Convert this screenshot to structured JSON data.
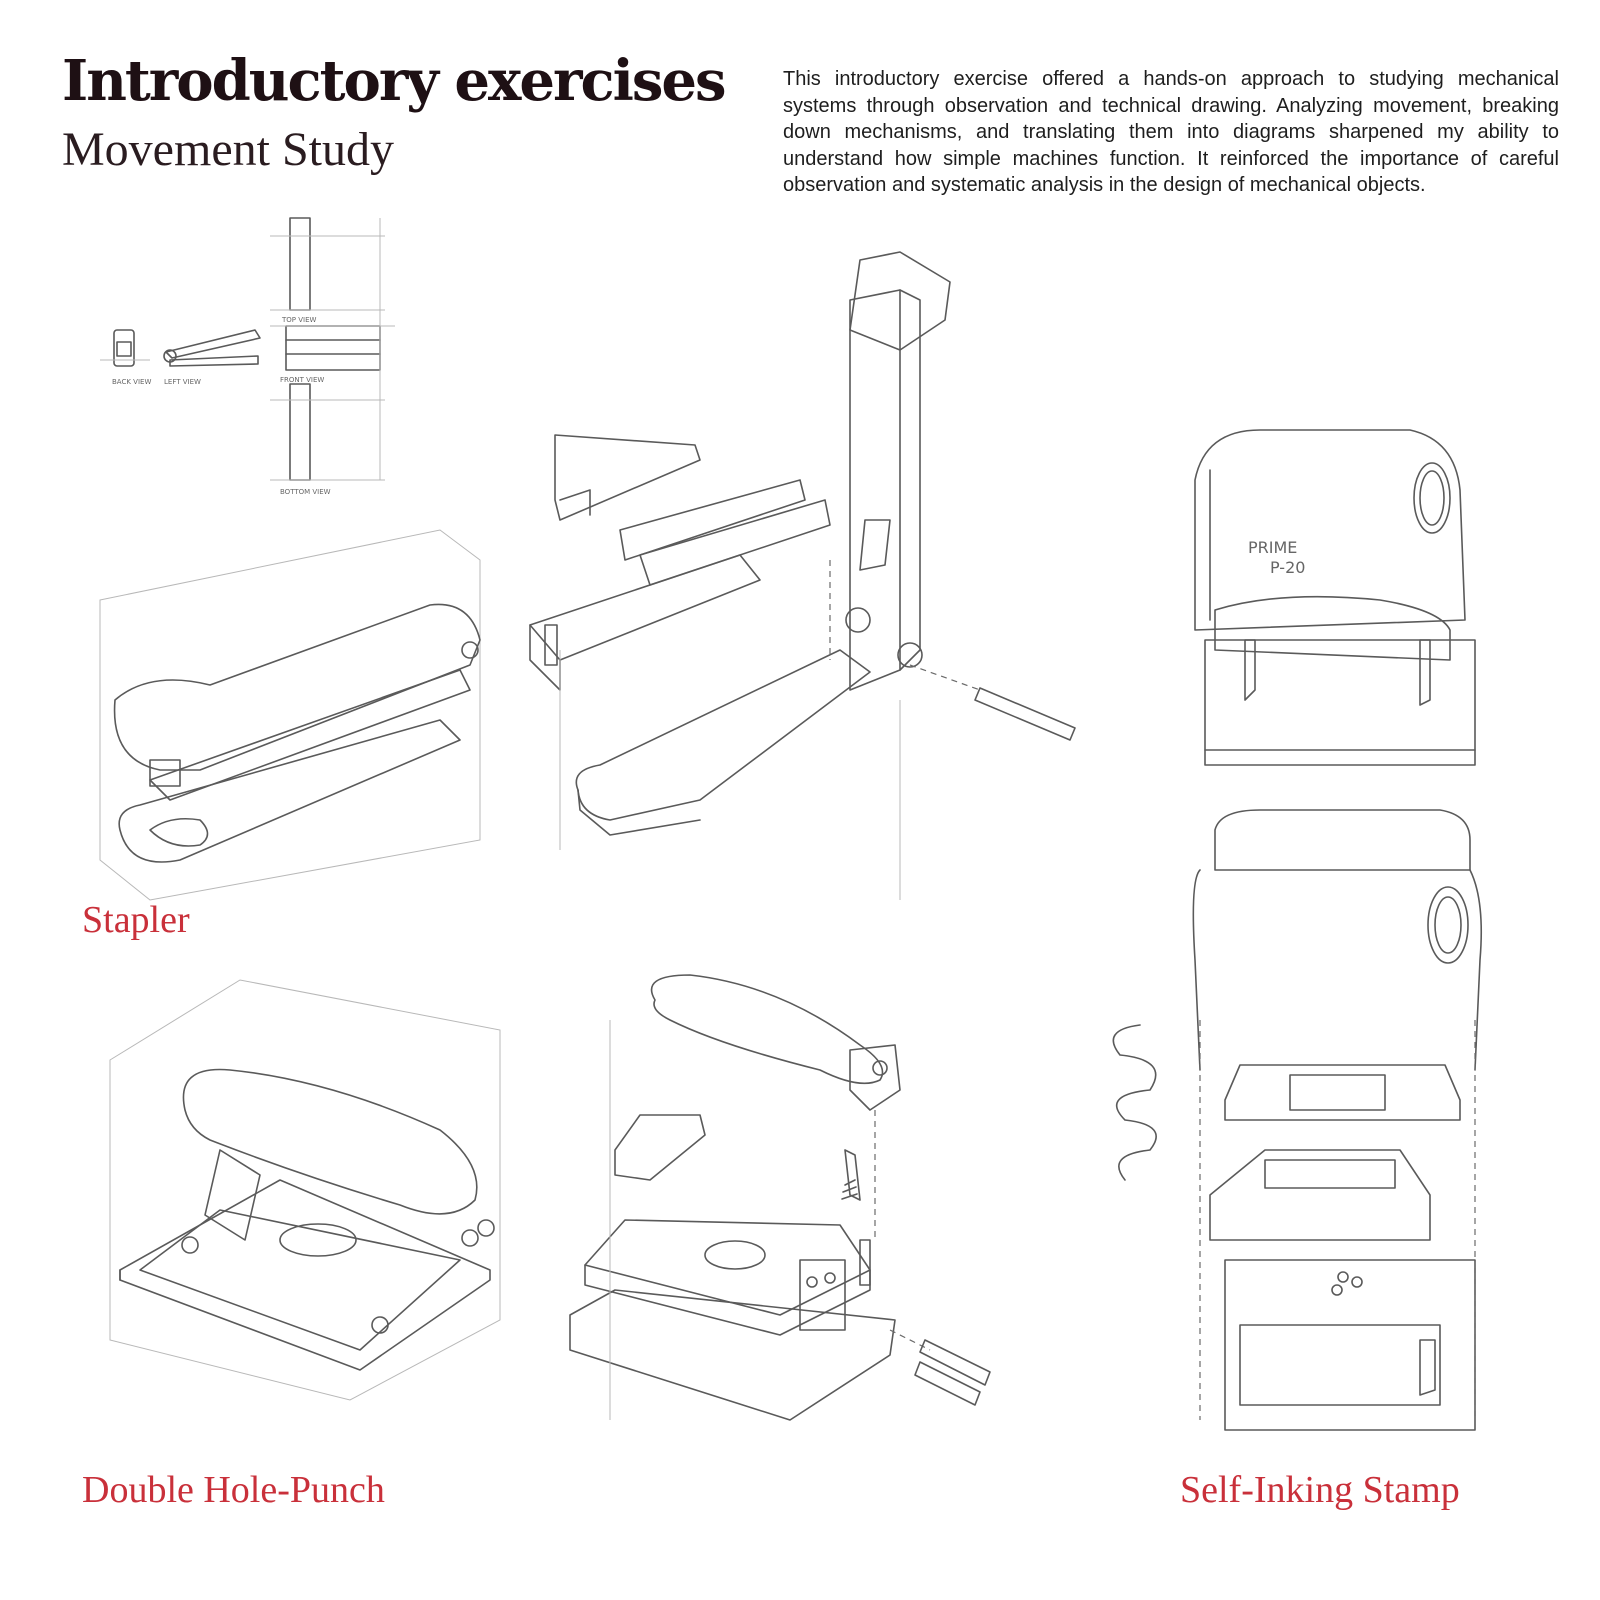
{
  "header": {
    "title": "Introductory exercises",
    "subtitle": "Movement Study"
  },
  "intro_text": "This introductory exercise offered a hands-on approach to studying mechanical systems through observation and technical drawing. Analyzing movement, breaking down mechanisms, and translating them into diagrams sharpened my ability to understand how simple machines function. It reinforced the importance of careful observation and systematic analysis in the design of mechanical objects.",
  "captions": {
    "stapler": "Stapler",
    "hole_punch": "Double Hole-Punch",
    "stamp": "Self-Inking Stamp"
  },
  "view_labels": {
    "back": "BACK VIEW",
    "left": "LEFT VIEW",
    "top": "TOP VIEW",
    "front": "FRONT VIEW",
    "bottom": "BOTTOM VIEW"
  },
  "stamp_brand": {
    "line1": "PRIME",
    "line2": "P-20"
  },
  "colors": {
    "title": "#1e1014",
    "caption": "#c9303a",
    "line": "#5a5a5a"
  }
}
